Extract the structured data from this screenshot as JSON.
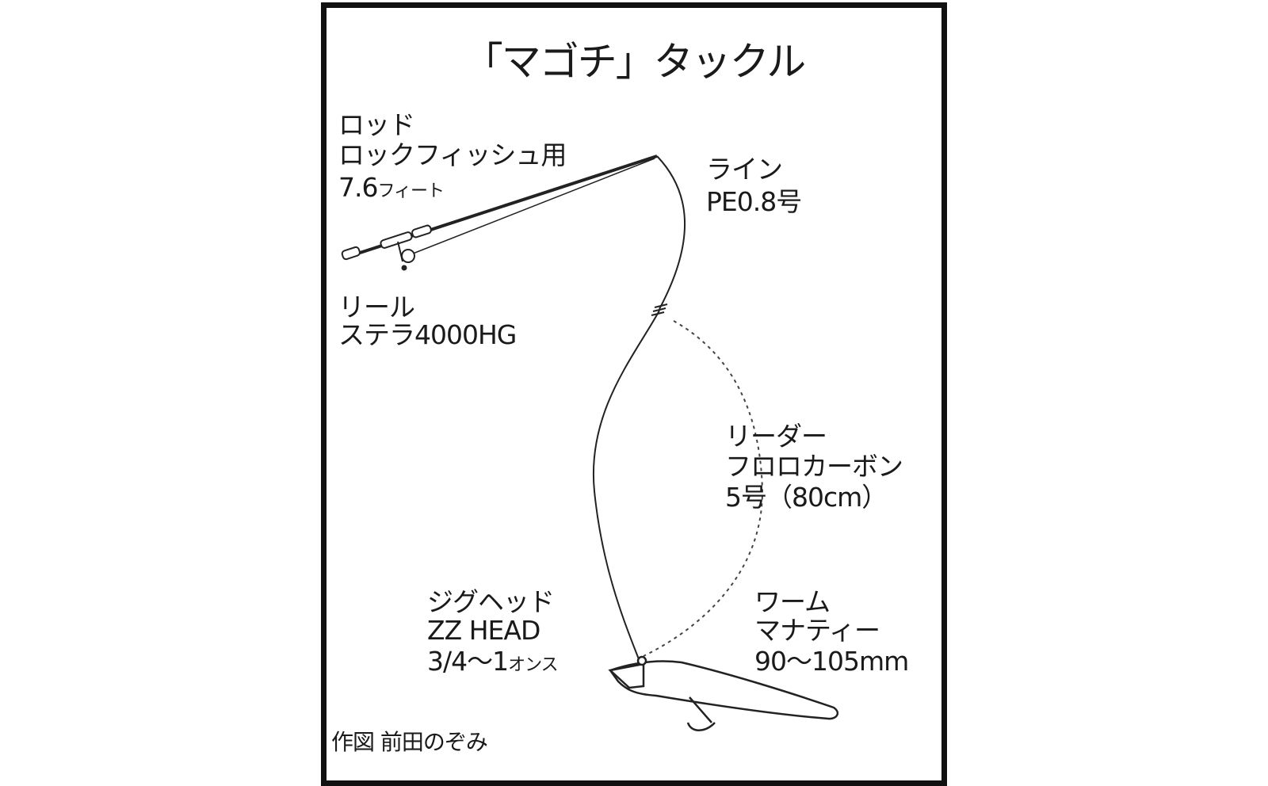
{
  "title": "「マゴチ」タックル",
  "rod": {
    "label": "ロッド",
    "type": "ロックフィッシュ用",
    "length_num": "7.6",
    "length_unit": "フィート"
  },
  "line": {
    "label": "ライン",
    "spec": "PE0.8号"
  },
  "reel": {
    "label": "リール",
    "model": "ステラ4000HG"
  },
  "leader": {
    "label": "リーダー",
    "type": "フロロカーボン",
    "spec": "5号（80cm）"
  },
  "jighead": {
    "label": "ジグヘッド",
    "model": "ZZ HEAD",
    "weight_num": "3/4〜1",
    "weight_unit": "オンス"
  },
  "worm": {
    "label": "ワーム",
    "model": "マナティー",
    "size": "90〜105mm"
  },
  "credit": "作図 前田のぞみ"
}
